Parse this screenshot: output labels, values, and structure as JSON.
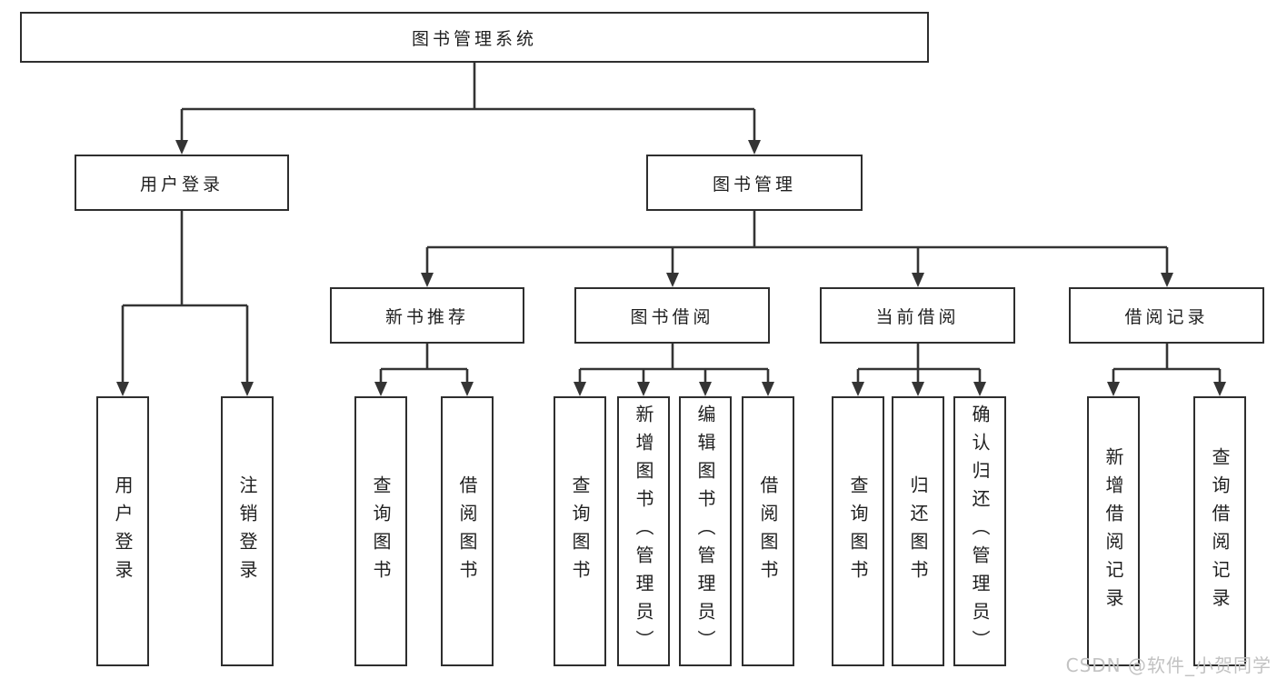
{
  "root": {
    "label": "图书管理系统"
  },
  "modules": {
    "user_login": {
      "label": "用户登录",
      "children": [
        {
          "label": "用户登录"
        },
        {
          "label": "注销登录"
        }
      ]
    },
    "book_management": {
      "label": "图书管理"
    },
    "new_book_recommend": {
      "label": "新书推荐",
      "children": [
        {
          "label": "查询图书"
        },
        {
          "label": "借阅图书"
        }
      ]
    },
    "book_borrow": {
      "label": "图书借阅",
      "children": [
        {
          "label": "查询图书"
        },
        {
          "label": "新增图书（管理员）"
        },
        {
          "label": "编辑图书（管理员）"
        },
        {
          "label": "借阅图书"
        }
      ]
    },
    "current_borrow": {
      "label": "当前借阅",
      "children": [
        {
          "label": "查询图书"
        },
        {
          "label": "归还图书"
        },
        {
          "label": "确认归还（管理员）"
        }
      ]
    },
    "borrow_records": {
      "label": "借阅记录",
      "children": [
        {
          "label": "新增借阅记录"
        },
        {
          "label": "查询借阅记录"
        }
      ]
    }
  },
  "watermark": "CSDN @软件_小贺同学",
  "colors": {
    "line": "#343434",
    "box_border": "#2e2e2e",
    "text": "#1f1f1f",
    "watermark": "#c2c2c2",
    "background": "#ffffff"
  }
}
